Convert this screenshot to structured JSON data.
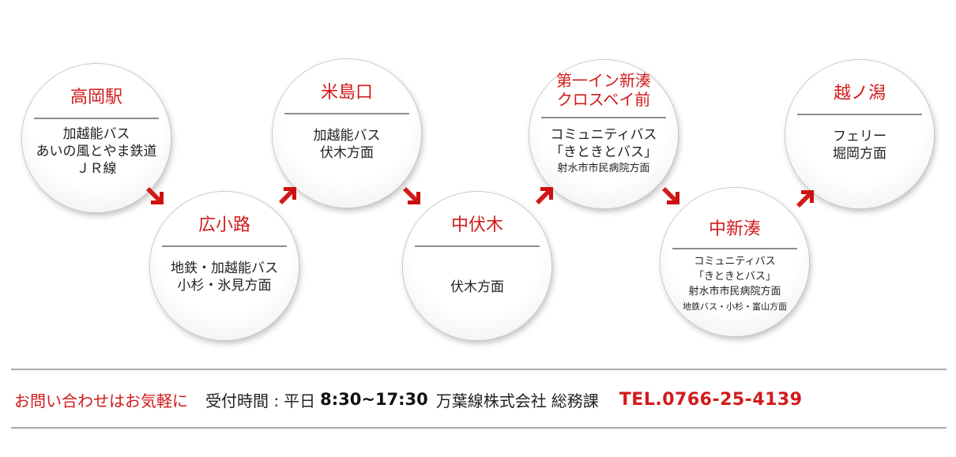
{
  "stops": [
    {
      "name": [
        "高岡駅"
      ],
      "lines": [
        "加越能バス",
        "あいの風とやま鉄道",
        "ＪＲ線"
      ]
    },
    {
      "name": [
        "広小路"
      ],
      "lines": [
        "地鉄・加越能バス",
        "小杉・氷見方面"
      ]
    },
    {
      "name": [
        "米島口"
      ],
      "lines": [
        "加越能バス",
        "伏木方面"
      ]
    },
    {
      "name": [
        "中伏木"
      ],
      "lines": [
        "伏木方面"
      ]
    },
    {
      "name": [
        "第一イン新湊",
        "クロスベイ前"
      ],
      "lines": [
        "コミュニティバス",
        "「きときとバス」",
        "射水市市民病院方面"
      ]
    },
    {
      "name": [
        "中新湊"
      ],
      "lines": [
        "コミュニティバス",
        "「きときとバス」",
        "射水市市民病院方面",
        "地鉄バス・小杉・富山方面"
      ]
    },
    {
      "name": [
        "越ノ潟"
      ],
      "lines": [
        "フェリー",
        "堀岡方面"
      ]
    }
  ],
  "footer": {
    "inquiry": "お問い合わせはお気軽に",
    "hours_label": "受付時間 :",
    "hours_days": "平日",
    "hours_time": "8:30~17:30",
    "company": "万葉線株式会社",
    "department": "総務課",
    "tel": "TEL.0766-25-4139"
  },
  "colors": {
    "accent": "#d21a1a",
    "rule": "#8c8c8c"
  },
  "icons": {
    "connector": "arrow-icon"
  }
}
